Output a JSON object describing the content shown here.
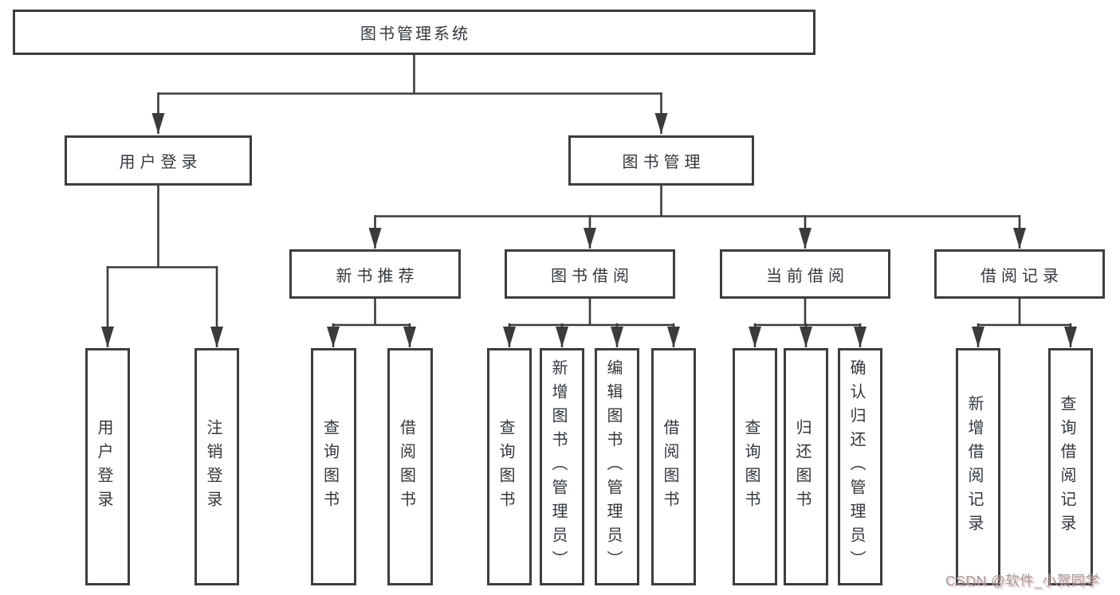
{
  "diagram": {
    "root": {
      "label": "图书管理系统"
    },
    "user_login": {
      "label": "用户登录",
      "children": [
        {
          "label": "用户登录"
        },
        {
          "label": "注销登录"
        }
      ]
    },
    "book_mgmt": {
      "label": "图书管理",
      "modules": [
        {
          "label": "新书推荐",
          "children": [
            {
              "label": "查询图书"
            },
            {
              "label": "借阅图书"
            }
          ]
        },
        {
          "label": "图书借阅",
          "children": [
            {
              "label": "查询图书"
            },
            {
              "label": "新增图书（管理员）"
            },
            {
              "label": "编辑图书（管理员）"
            },
            {
              "label": "借阅图书"
            }
          ]
        },
        {
          "label": "当前借阅",
          "children": [
            {
              "label": "查询图书"
            },
            {
              "label": "归还图书"
            },
            {
              "label": "确认归还（管理员）"
            }
          ]
        },
        {
          "label": "借阅记录",
          "children": [
            {
              "label": "新增借阅记录"
            },
            {
              "label": "查询借阅记录"
            }
          ]
        }
      ]
    },
    "watermark": "CSDN @软件_小贺同学",
    "colors": {
      "line": "#3b3b3b",
      "border": "#3d3d3d",
      "text": "#33373c",
      "watermark": "#9e9e9e"
    }
  }
}
